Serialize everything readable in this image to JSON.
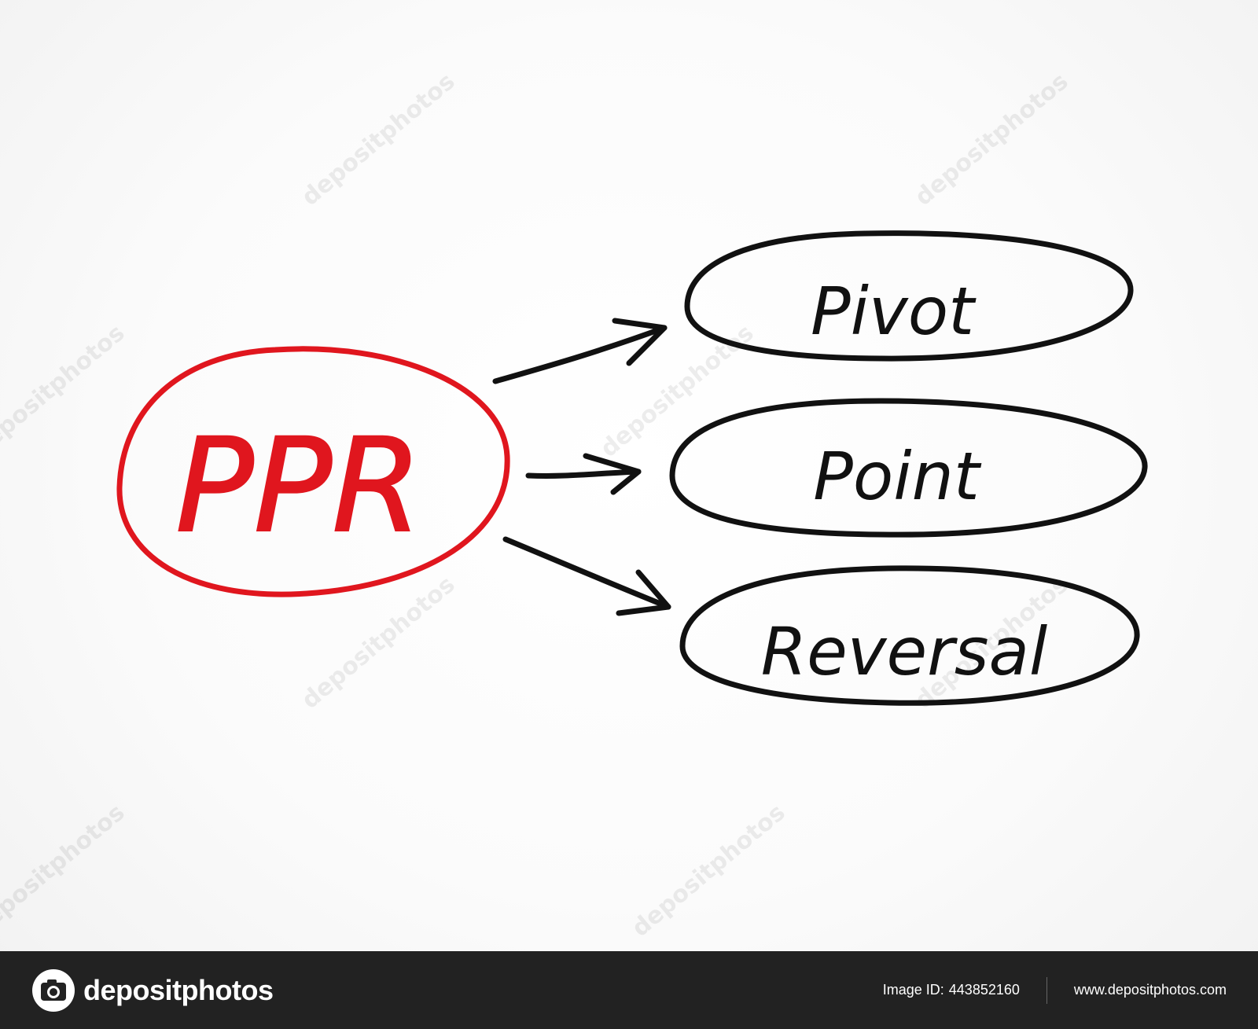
{
  "diagram": {
    "center": {
      "label": "PPR",
      "color": "#e0161e"
    },
    "branches": [
      {
        "label": "Pivot"
      },
      {
        "label": "Point"
      },
      {
        "label": "Reversal"
      }
    ],
    "ink_color": "#111111"
  },
  "watermark": {
    "text": "depositphotos"
  },
  "footer": {
    "logo_text": "depositphotos",
    "logo_icon": "camera-icon",
    "image_id_label": "Image ID:",
    "image_id": "443852160",
    "website": "www.depositphotos.com",
    "background": "#222222"
  }
}
